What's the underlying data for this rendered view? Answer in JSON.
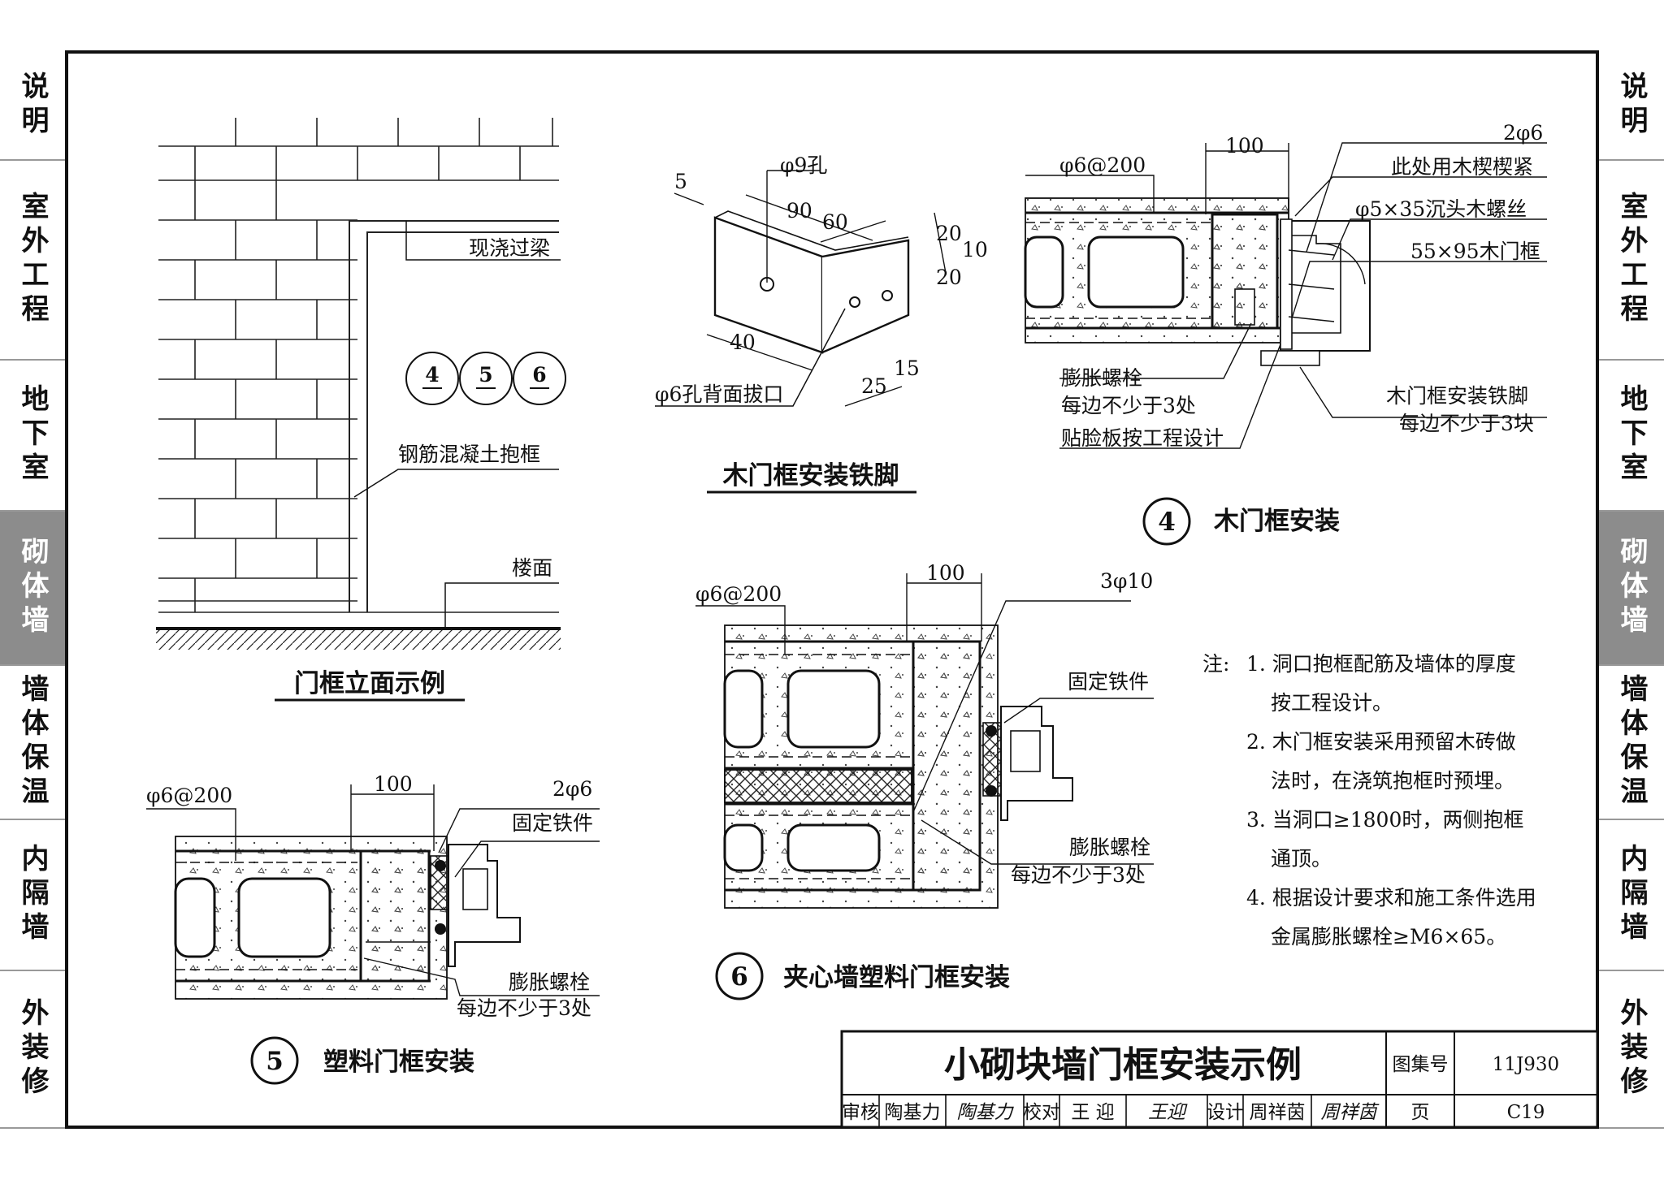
{
  "side_tabs": [
    {
      "label": "说明",
      "active": false
    },
    {
      "label": "室外工程",
      "active": false
    },
    {
      "label": "地下室",
      "active": false
    },
    {
      "label": "砌体墙",
      "active": true
    },
    {
      "label": "墙体保温",
      "active": false
    },
    {
      "label": "内隔墙",
      "active": false
    },
    {
      "label": "外装修",
      "active": false
    }
  ],
  "elevation": {
    "title": "门框立面示例",
    "beam": "现浇过梁",
    "frame": "钢筋混凝土抱框",
    "floor": "楼面",
    "refs": [
      "4",
      "5",
      "6"
    ]
  },
  "iron_foot": {
    "title": "木门框安装铁脚",
    "hole9": "φ9孔",
    "hole6": "φ6孔背面拔口",
    "dims": [
      "5",
      "90",
      "60",
      "40",
      "20",
      "10",
      "20",
      "25",
      "15"
    ]
  },
  "detail4": {
    "num": "4",
    "title": "木门框安装",
    "rebar": "φ6@200",
    "dim": "100",
    "top": "2φ6",
    "wedge": "此处用木楔楔紧",
    "screw": "φ5×35沉头木螺丝",
    "frame": "55×95木门框",
    "bolt": "膨胀螺栓",
    "bolt_note": "每边不少于3处",
    "veneer": "贴脸板按工程设计",
    "iron": "木门框安装铁脚",
    "iron_note": "每边不少于3块"
  },
  "detail5": {
    "num": "5",
    "title": "塑料门框安装",
    "rebar": "φ6@200",
    "dim": "100",
    "top": "2φ6",
    "fix": "固定铁件",
    "bolt": "膨胀螺栓",
    "bolt_note": "每边不少于3处"
  },
  "detail6": {
    "num": "6",
    "title": "夹心墙塑料门框安装",
    "rebar": "φ6@200",
    "dim": "100",
    "top": "3φ10",
    "fix": "固定铁件",
    "bolt": "膨胀螺栓",
    "bolt_note": "每边不少于3处"
  },
  "notes": {
    "head": "注:",
    "items": [
      "1. 洞口抱框配筋及墙体的厚度",
      "按工程设计。",
      "2. 木门框安装采用预留木砖做",
      "法时，在浇筑抱框时预埋。",
      "3. 当洞口≥1800时，两侧抱框",
      "通顶。",
      "4. 根据设计要求和施工条件选用",
      "金属膨胀螺栓≥M6×65。"
    ]
  },
  "title_block": {
    "title": "小砌块墙门框安装示例",
    "atlas_label": "图集号",
    "atlas_no": "11J930",
    "review": "审核",
    "reviewer": "陶基力",
    "review_sig": "陶基力",
    "check": "校对",
    "checker": "王 迎",
    "check_sig": "王迎",
    "design": "设计",
    "designer": "周祥茵",
    "design_sig": "周祥茵",
    "page_label": "页",
    "page_no": "C19"
  }
}
